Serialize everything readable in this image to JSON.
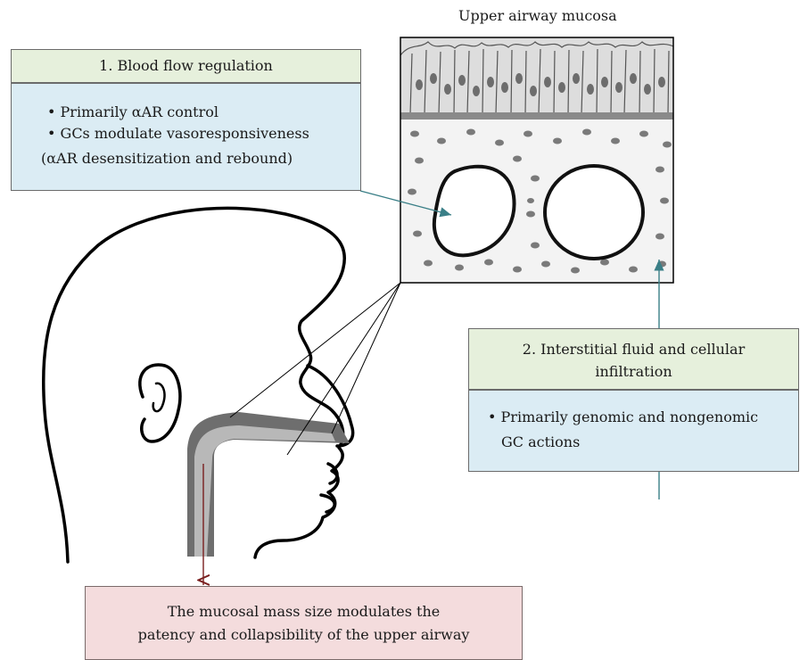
{
  "mucosa": {
    "title": "Upper airway mucosa"
  },
  "box1": {
    "title": "1. Blood flow regulation",
    "bullet1": "Primarily αAR control",
    "bullet2": "GCs modulate vasoresponsiveness",
    "note": "(αAR desensitization and rebound)"
  },
  "box2": {
    "title_line1": "2. Interstitial fluid and cellular",
    "title_line2": "infiltration",
    "bullet_line1": "Primarily genomic and nongenomic",
    "bullet_line2": "GC actions"
  },
  "bottom": {
    "line1": "The mucosal mass size modulates the",
    "line2": "patency and collapsibility of the upper airway"
  },
  "colors": {
    "header_green": "#e6f0dc",
    "body_blue": "#dbecf4",
    "bottom_pink": "#f4dcdd",
    "arrow_teal": "#3a7f87",
    "arrow_maroon": "#7a1f1f",
    "airway_dark": "#6e6e6e",
    "airway_light": "#b8b8b8"
  }
}
